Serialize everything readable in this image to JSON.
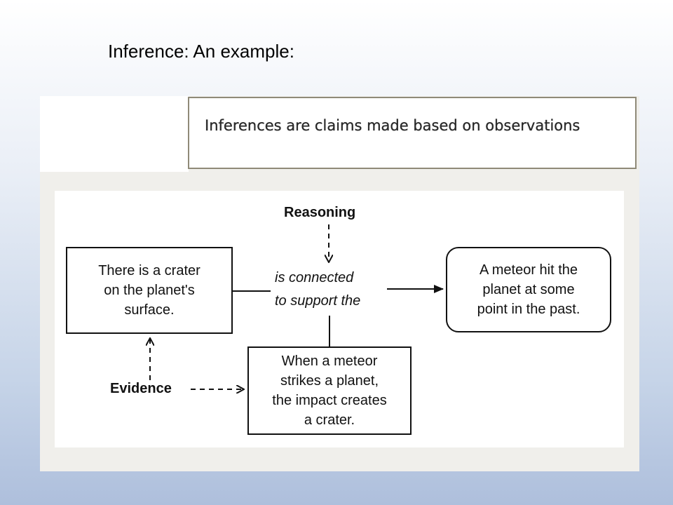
{
  "slide": {
    "title": "Inference: An example:"
  },
  "definition": {
    "text": "Inferences are claims made based on observations"
  },
  "diagram": {
    "observation": "There is a crater\non the planet's\nsurface.",
    "claim": "A meteor hit the\nplanet at some\npoint in the past.",
    "principle": "When a meteor\nstrikes a planet,\nthe impact creates\na crater.",
    "reasoning_label": "Reasoning",
    "evidence_label": "Evidence",
    "connector_line1": "is connected",
    "connector_line2": "to support the"
  }
}
